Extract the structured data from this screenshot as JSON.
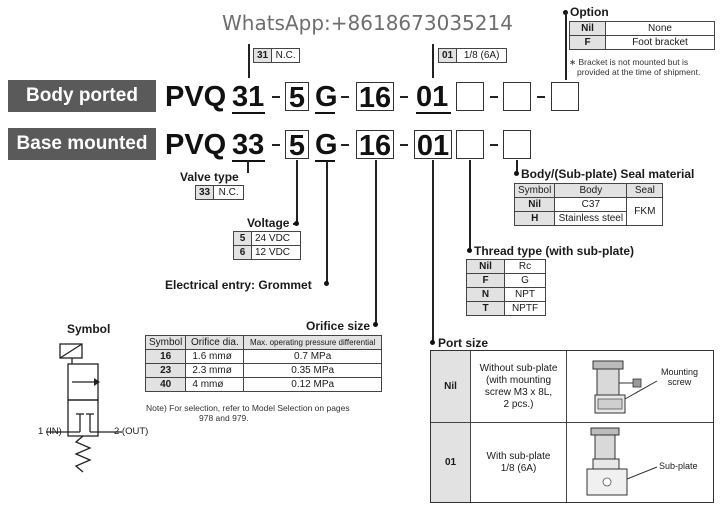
{
  "watermark": "WhatsApp:+8618673035214",
  "rows": {
    "body_ported": {
      "label": "Body ported",
      "prefix": "PVQ",
      "series": "31",
      "voltage": "5",
      "entry": "G",
      "orifice": "16",
      "port": "01"
    },
    "base_mounted": {
      "label": "Base mounted",
      "prefix": "PVQ",
      "series": "33",
      "voltage": "5",
      "entry": "G",
      "orifice": "16",
      "port": "01"
    }
  },
  "top_legends": {
    "series": {
      "code": "31",
      "desc": "N.C."
    },
    "port": {
      "code": "01",
      "desc": "1/8 (6A)"
    }
  },
  "option": {
    "title": "Option",
    "rows": [
      {
        "code": "Nil",
        "desc": "None"
      },
      {
        "code": "F",
        "desc": "Foot bracket"
      }
    ],
    "note_line1": "∗ Bracket is not mounted but is",
    "note_line2": "provided at the time of shipment."
  },
  "valve_type": {
    "title": "Valve type",
    "code": "33",
    "desc": "N.C."
  },
  "voltage": {
    "title": "Voltage",
    "rows": [
      {
        "code": "5",
        "desc": "24 VDC"
      },
      {
        "code": "6",
        "desc": "12 VDC"
      }
    ]
  },
  "electrical_entry": {
    "title": "Electrical entry: Grommet"
  },
  "seal": {
    "title": "Body/(Sub-plate) Seal material",
    "headers": [
      "Symbol",
      "Body",
      "Seal"
    ],
    "rows": [
      {
        "code": "Nil",
        "body": "C37"
      },
      {
        "code": "H",
        "body": "Stainless steel"
      }
    ],
    "seal_value": "FKM"
  },
  "thread": {
    "title": "Thread type (with sub-plate)",
    "rows": [
      {
        "code": "Nil",
        "desc": "Rc"
      },
      {
        "code": "F",
        "desc": "G"
      },
      {
        "code": "N",
        "desc": "NPT"
      },
      {
        "code": "T",
        "desc": "NPTF"
      }
    ]
  },
  "orifice": {
    "title": "Orifice size",
    "headers": [
      "Symbol",
      "Orifice dia.",
      "Max. operating pressure differential"
    ],
    "rows": [
      {
        "code": "16",
        "dia": "1.6 mmø",
        "pressure": "0.7 MPa"
      },
      {
        "code": "23",
        "dia": "2.3 mmø",
        "pressure": "0.35 MPa"
      },
      {
        "code": "40",
        "dia": "4 mmø",
        "pressure": "0.12 MPa"
      }
    ],
    "note_line1": "Note) For selection, refer to Model Selection on pages",
    "note_line2": "978 and 979."
  },
  "symbol": {
    "title": "Symbol",
    "port_in": "1 (IN)",
    "port_out": "2 (OUT)"
  },
  "port_size": {
    "title": "Port size",
    "rows": [
      {
        "code": "Nil",
        "desc_l1": "Without sub-plate",
        "desc_l2": "(with mounting",
        "desc_l3": "screw M3 x 8L,",
        "desc_l4": "2 pcs.)",
        "callout_l1": "Mounting",
        "callout_l2": "screw"
      },
      {
        "code": "01",
        "desc_l1": "With sub-plate",
        "desc_l2": "1/8 (6A)",
        "callout_l1": "Sub-plate"
      }
    ]
  }
}
